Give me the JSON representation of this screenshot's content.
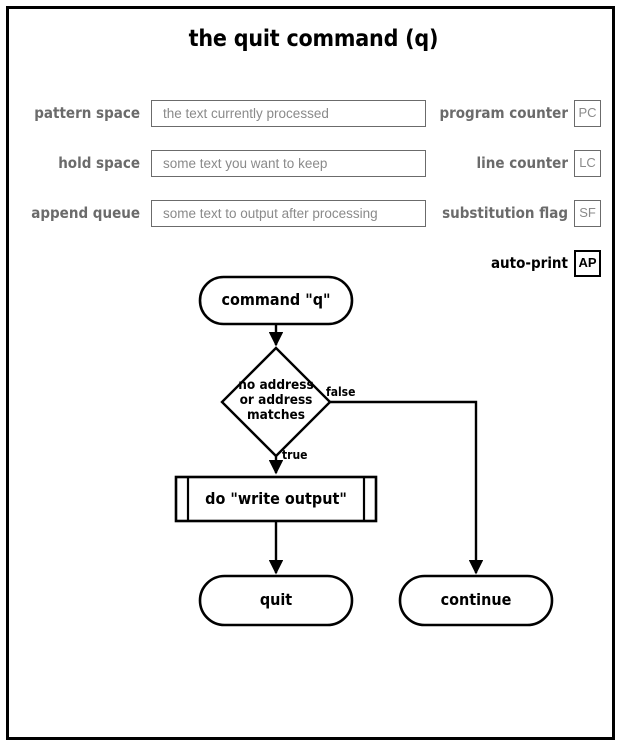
{
  "page": {
    "title": "the quit command (q)",
    "border_color": "#000000",
    "background": "#ffffff"
  },
  "registers": {
    "left": [
      {
        "label": "pattern space",
        "name": "pattern-space",
        "value": "the text currently processed"
      },
      {
        "label": "hold space",
        "name": "hold-space",
        "value": "some text you want to keep"
      },
      {
        "label": "append queue",
        "name": "append-queue",
        "value": "some text to output after processing"
      }
    ],
    "right": [
      {
        "label": "program counter",
        "name": "program-counter",
        "abbr": "PC",
        "active": false
      },
      {
        "label": "line counter",
        "name": "line-counter",
        "abbr": "LC",
        "active": false
      },
      {
        "label": "substitution flag",
        "name": "substitution-flag",
        "abbr": "SF",
        "active": false
      },
      {
        "label": "auto-print",
        "name": "auto-print",
        "abbr": "AP",
        "active": true
      }
    ]
  },
  "flowchart": {
    "nodes": {
      "start": {
        "label": "command \"q\"",
        "shape": "terminal"
      },
      "decision_line1": "no address",
      "decision_line2": "or address",
      "decision_line3": "matches",
      "process": {
        "label": "do \"write output\"",
        "shape": "subroutine"
      },
      "quit": {
        "label": "quit",
        "shape": "terminal"
      },
      "continue": {
        "label": "continue",
        "shape": "terminal"
      }
    },
    "edges": {
      "true_label": "true",
      "false_label": "false"
    }
  },
  "colors": {
    "label_gray": "#6b6b6b",
    "placeholder_gray": "#8a8a8a",
    "active_black": "#000000"
  }
}
